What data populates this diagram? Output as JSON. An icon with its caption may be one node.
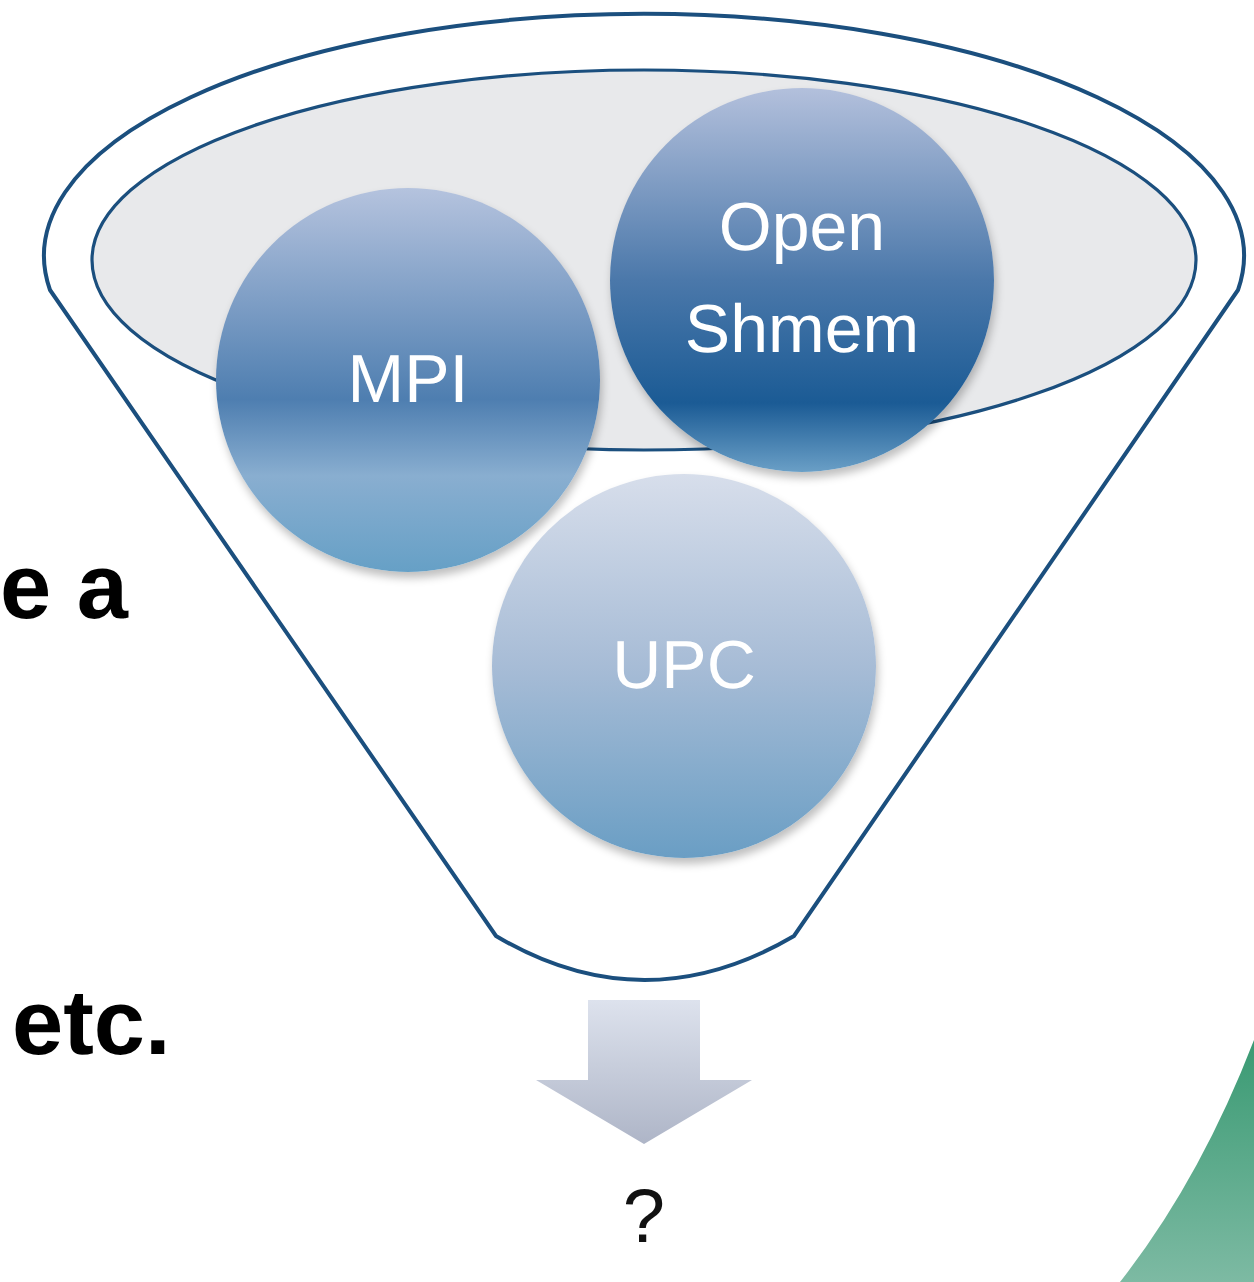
{
  "diagram": {
    "nodes": [
      {
        "text": [],
        "shape": "funnel"
      },
      {
        "text": [
          "MPI"
        ],
        "in": 0
      },
      {
        "text": [
          "Open Shmem"
        ],
        "in": 0
      },
      {
        "text": [
          "UPC"
        ],
        "in": 0
      },
      {
        "text": [
          "?"
        ]
      }
    ],
    "edges": [
      {
        "from": 0,
        "to": 4,
        "arrow": "to"
      }
    ],
    "labels": [
      "e a",
      "etc."
    ]
  }
}
